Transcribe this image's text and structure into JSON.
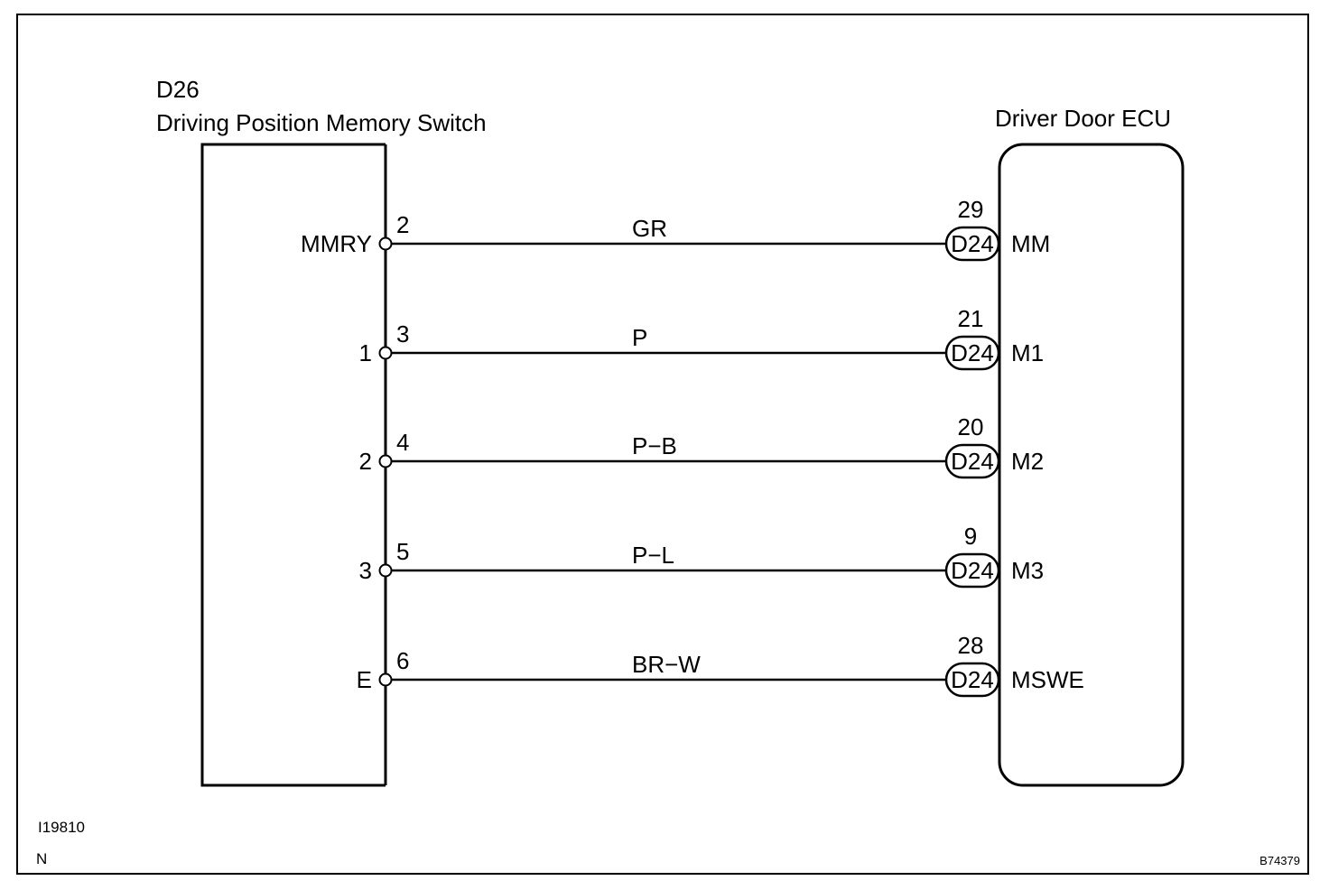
{
  "left_component": {
    "code": "D26",
    "name": "Driving Position Memory Switch"
  },
  "right_component": {
    "name": "Driver Door ECU"
  },
  "wires": [
    {
      "left_label": "MMRY",
      "left_pin": "2",
      "color": "GR",
      "ecu_pin": "29",
      "connector": "D24",
      "ecu_label": "MM"
    },
    {
      "left_label": "1",
      "left_pin": "3",
      "color": "P",
      "ecu_pin": "21",
      "connector": "D24",
      "ecu_label": "M1"
    },
    {
      "left_label": "2",
      "left_pin": "4",
      "color": "P−B",
      "ecu_pin": "20",
      "connector": "D24",
      "ecu_label": "M2"
    },
    {
      "left_label": "3",
      "left_pin": "5",
      "color": "P−L",
      "ecu_pin": "9",
      "connector": "D24",
      "ecu_label": "M3"
    },
    {
      "left_label": "E",
      "left_pin": "6",
      "color": "BR−W",
      "ecu_pin": "28",
      "connector": "D24",
      "ecu_label": "MSWE"
    }
  ],
  "footer": {
    "figure_id": "I19810",
    "letter": "N",
    "ref_code": "B74379"
  }
}
